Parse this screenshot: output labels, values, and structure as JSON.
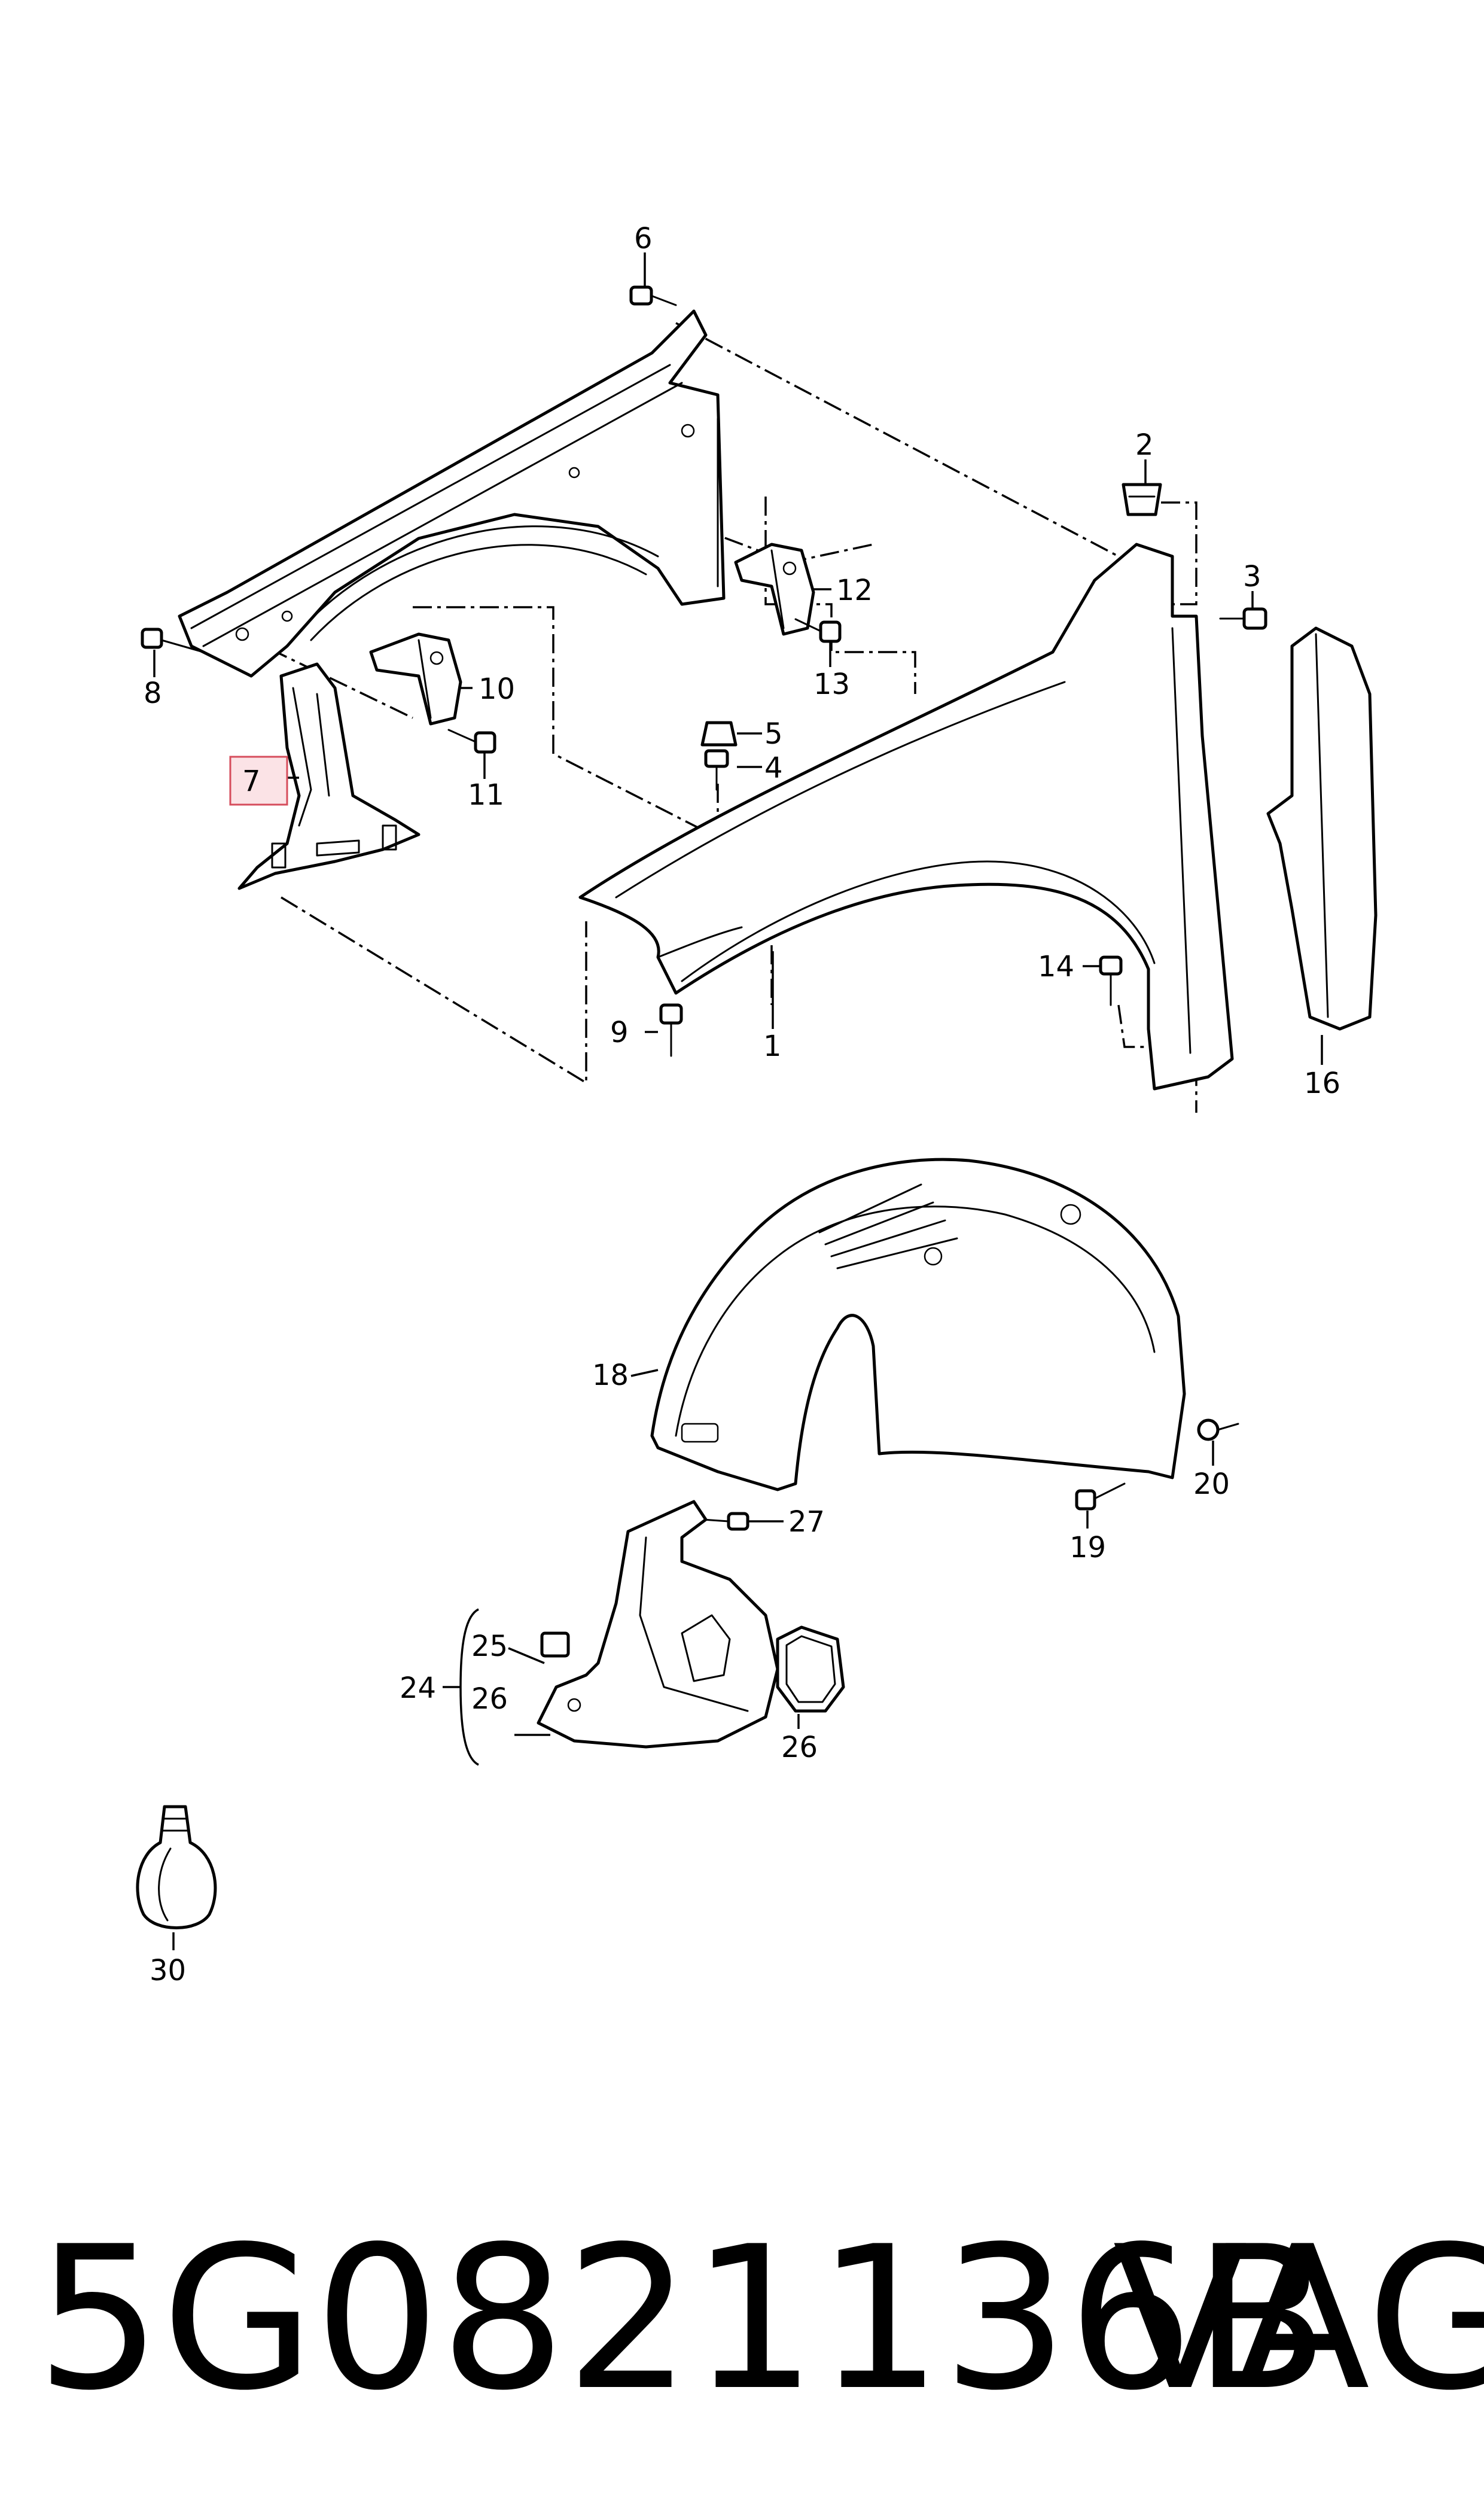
{
  "callouts": {
    "c1": "1",
    "c2": "2",
    "c3": "3",
    "c4": "4",
    "c5": "5",
    "c6": "6",
    "c7": "7",
    "c8": "8",
    "c9": "9",
    "c10": "10",
    "c11": "11",
    "c12": "12",
    "c13": "13",
    "c14": "14",
    "c16": "16",
    "c18": "18",
    "c19": "19",
    "c20": "20",
    "c24": "24",
    "c25": "25",
    "c26a": "26",
    "c26b": "26",
    "c27": "27",
    "c30": "30"
  },
  "highlighted_callout": "7",
  "highlight_color": "#fbe3e6",
  "footer": {
    "part_number": "5G0821136B",
    "brand": "VAG"
  }
}
